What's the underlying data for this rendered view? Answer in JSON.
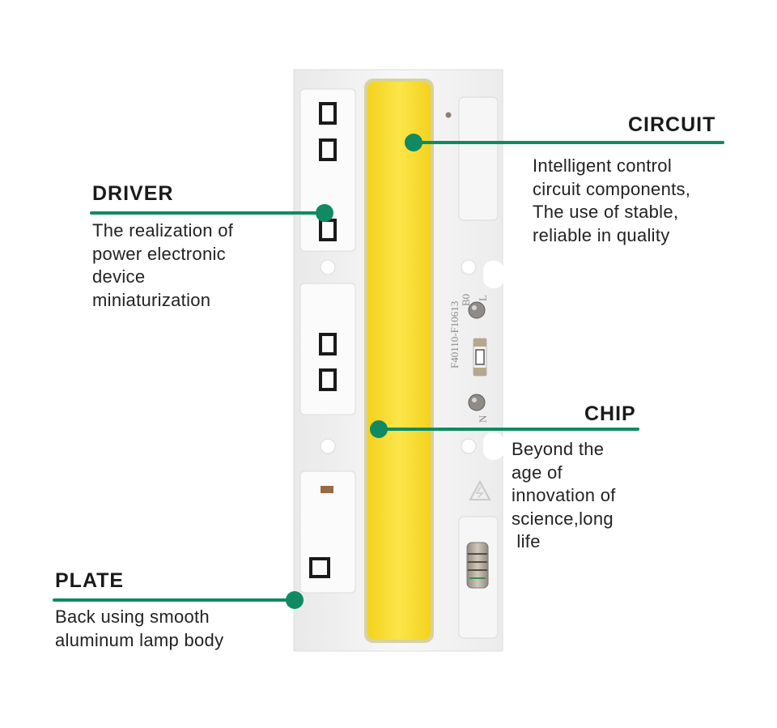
{
  "colors": {
    "callout_line": "#0f8a63",
    "callout_dot": "#0f8a63",
    "chip_yellow": "#f8df2c",
    "board": "#f3f3f3"
  },
  "board_text": {
    "part_number": "F40110-F10613",
    "code": "B0",
    "terminal_l": "L",
    "terminal_n": "N"
  },
  "callouts": {
    "circuit": {
      "title": "CIRCUIT",
      "lines": [
        "Intelligent control",
        "circuit components,",
        "The use of stable,",
        "reliable in quality"
      ]
    },
    "driver": {
      "title": "DRIVER",
      "lines": [
        "The realization of",
        "power electronic",
        "device",
        "miniaturization"
      ]
    },
    "chip": {
      "title": "CHIP",
      "lines": [
        "Beyond the",
        "age of",
        "innovation of",
        "science,long",
        " life"
      ]
    },
    "plate": {
      "title": "PLATE",
      "lines": [
        "Back using smooth",
        "aluminum lamp body"
      ]
    }
  }
}
